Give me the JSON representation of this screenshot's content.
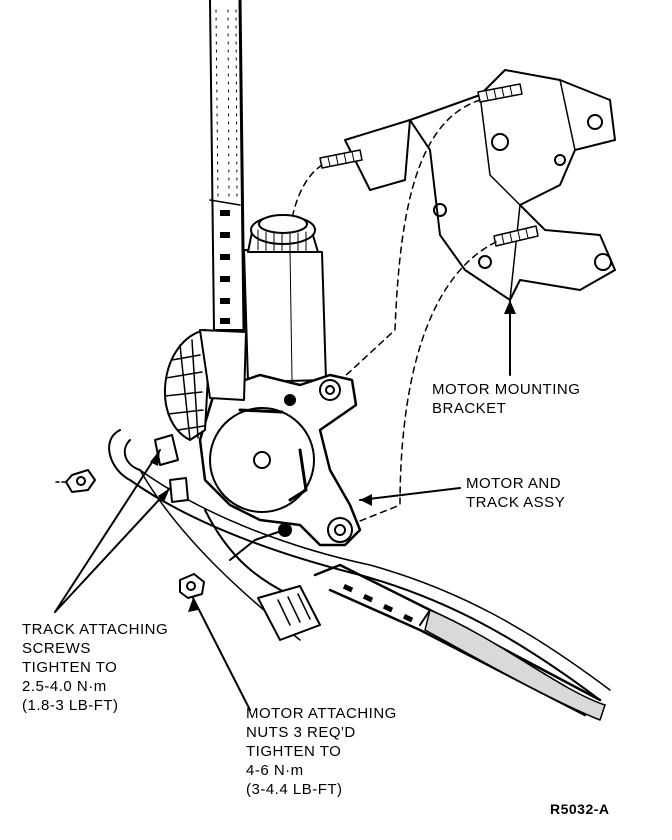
{
  "labels": {
    "motor_bracket": [
      "MOTOR MOUNTING",
      "BRACKET"
    ],
    "motor_track": [
      "MOTOR AND",
      "TRACK ASSY"
    ],
    "track_screws": [
      "TRACK ATTACHING",
      "SCREWS",
      "TIGHTEN TO",
      "2.5-4.0 N·m",
      "(1.8-3 LB-FT)"
    ],
    "motor_nuts": [
      "MOTOR ATTACHING",
      "NUTS 3 REQ'D",
      "TIGHTEN TO",
      "4-6 N·m",
      "(3-4.4 LB-FT)"
    ],
    "figure_code": "R5032-A"
  },
  "colors": {
    "ink": "#000000",
    "paper": "#ffffff",
    "shade": "#d9d9d9"
  }
}
